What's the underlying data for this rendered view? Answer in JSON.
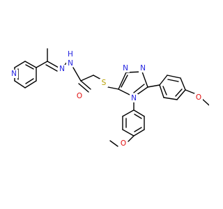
{
  "molecule": {
    "atoms": [
      {
        "id": "pyN",
        "text": "N",
        "color": "#2323e0"
      },
      {
        "id": "nh",
        "text": "H",
        "color": "#2323e0"
      },
      {
        "id": "nh_n",
        "text": "N",
        "color": "#2323e0"
      },
      {
        "id": "n_imine",
        "text": "N",
        "color": "#2323e0"
      },
      {
        "id": "o_carbonyl",
        "text": "O",
        "color": "#e01010"
      },
      {
        "id": "s",
        "text": "S",
        "color": "#b8a000"
      },
      {
        "id": "tr_n1",
        "text": "N",
        "color": "#2323e0"
      },
      {
        "id": "tr_n2",
        "text": "N",
        "color": "#2323e0"
      },
      {
        "id": "tr_n4",
        "text": "N",
        "color": "#2323e0"
      },
      {
        "id": "o_meo1",
        "text": "O",
        "color": "#e01010"
      },
      {
        "id": "o_meo2",
        "text": "O",
        "color": "#e01010"
      }
    ]
  }
}
